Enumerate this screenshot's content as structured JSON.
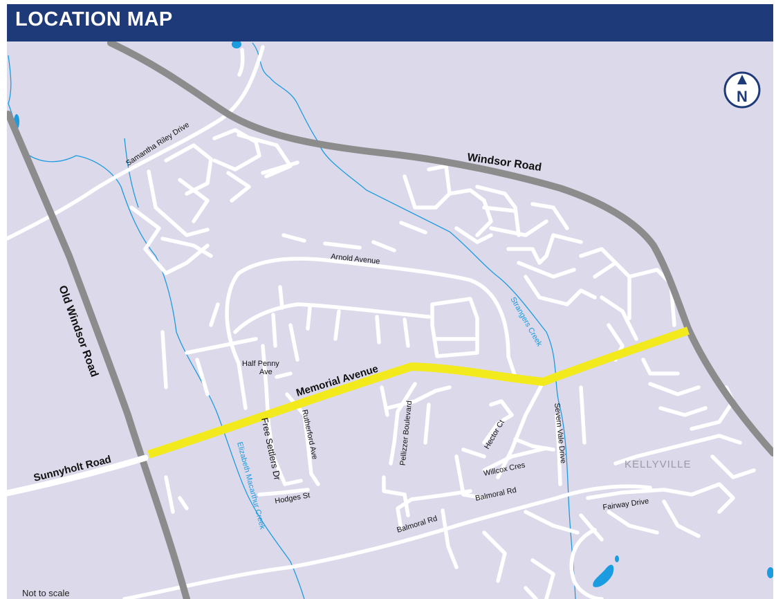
{
  "header": {
    "title": "LOCATION MAP"
  },
  "map": {
    "roads": {
      "windsor_road": "Windsor Road",
      "old_windsor_road": "Old Windsor Road",
      "memorial_avenue": "Memorial Avenue",
      "sunnyholt_road": "Sunnyholt Road",
      "samantha_riley_drive": "Samantha Riley Drive",
      "arnold_avenue": "Arnold Avenue",
      "half_penny_ave_line1": "Half Penny",
      "half_penny_ave_line2": "Ave",
      "free_settlers_dr": "Free Settlers Dr",
      "rutherford_ave": "Rutherford Ave",
      "hodges_st": "Hodges St",
      "pellizzer_boulevard": "Pellizzer Boulevard",
      "hector_ct": "Hector Ct",
      "severn_vale_drive": "Severn Vale Drive",
      "willcox_cres": "Willcox Cres",
      "balmoral_rd_1": "Balmoral Rd",
      "balmoral_rd_2": "Balmoral Rd",
      "fairway_drive": "Fairway Drive"
    },
    "creeks": {
      "strangers_creek": "Strangers Creek",
      "elizabeth_macarthur_creek": "Elizabeth Macarthur Creek"
    },
    "suburb": "KELLYVILLE",
    "north_label": "N",
    "scale_note": "Not to scale",
    "colors": {
      "land": "#dcd9ea",
      "major_road": "#8c8c8c",
      "highlight_road": "#f2ea1c",
      "minor_road": "#ffffff",
      "water": "#1b9be0",
      "header": "#1f3a78",
      "kellyville_label": "#9a9aa6"
    },
    "icons": [
      "north-arrow-icon"
    ]
  }
}
